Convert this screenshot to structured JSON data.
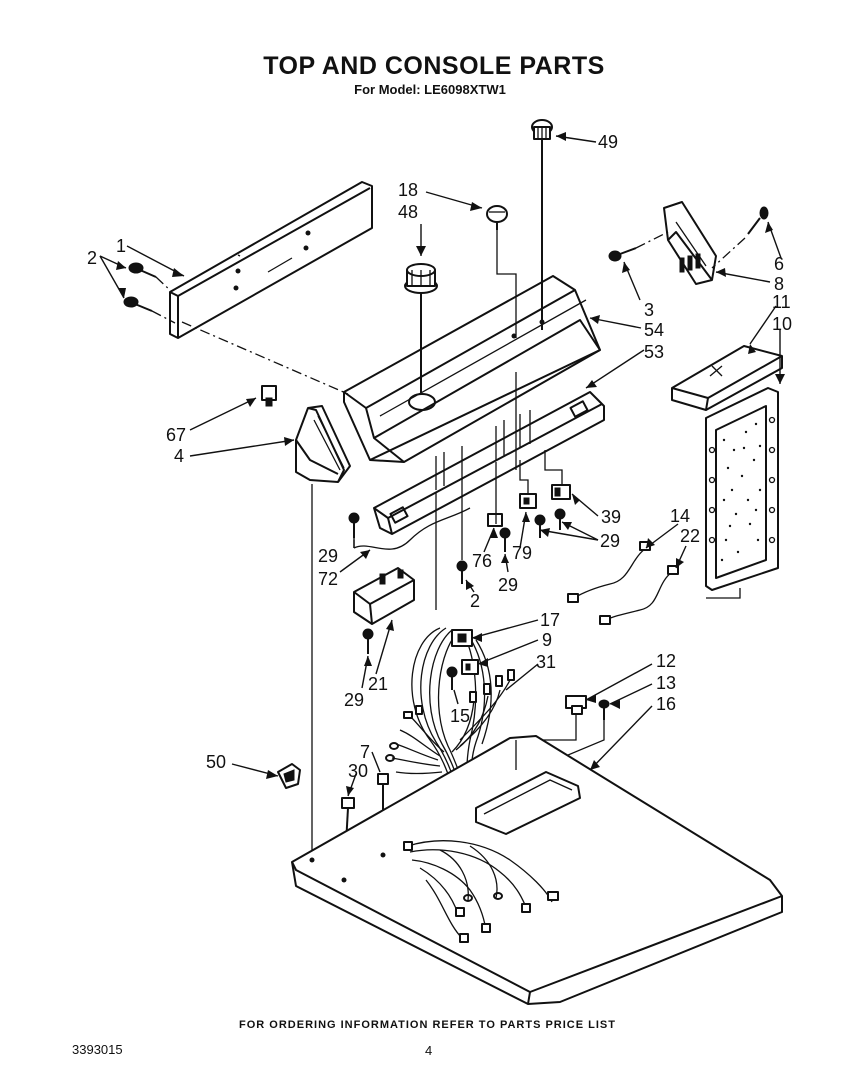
{
  "header": {
    "title": "TOP AND CONSOLE PARTS",
    "model_line": "For Model: LE6098XTW1"
  },
  "footer": {
    "ordering_note": "FOR ORDERING INFORMATION REFER TO PARTS PRICE LIST",
    "document_number": "3393015",
    "page_number": "4"
  },
  "callouts": {
    "c49": "49",
    "c18": "18",
    "c48": "48",
    "c1": "1",
    "c2a": "2",
    "c6": "6",
    "c8": "8",
    "c3": "3",
    "c11": "11",
    "c10": "10",
    "c54": "54",
    "c53": "53",
    "c67": "67",
    "c4": "4",
    "c39": "39",
    "c14": "14",
    "c22": "22",
    "c29a": "29",
    "c29b": "29",
    "c29c": "29",
    "c29d": "29",
    "c76": "76",
    "c79": "79",
    "c72": "72",
    "c2b": "2",
    "c17": "17",
    "c9": "9",
    "c31": "31",
    "c21": "21",
    "c15": "15",
    "c12": "12",
    "c13": "13",
    "c16": "16",
    "c50": "50",
    "c7": "7",
    "c30": "30"
  }
}
